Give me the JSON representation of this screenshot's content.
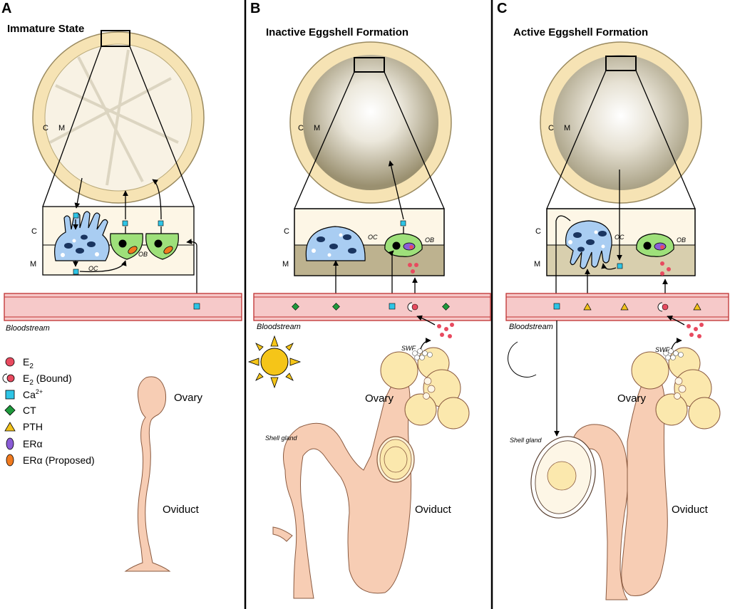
{
  "panels": [
    {
      "letter": "A",
      "title": "Immature State"
    },
    {
      "letter": "B",
      "title": "Inactive Eggshell Formation"
    },
    {
      "letter": "C",
      "title": "Active Eggshell Formation"
    }
  ],
  "labels": {
    "cortex": "C",
    "medulla": "M",
    "osteoclast": "OC",
    "osteoblast": "OB",
    "bloodstream": "Bloodstream",
    "ovary": "Ovary",
    "oviduct": "Oviduct",
    "shell_gland": "Shell gland",
    "swf": "SWF"
  },
  "legend": [
    {
      "symbol": "E",
      "sub": "2",
      "rest": "",
      "marker": "e2"
    },
    {
      "symbol": "E",
      "sub": "2",
      "rest": " (Bound)",
      "marker": "e2-bound"
    },
    {
      "symbol": "Ca",
      "sup": "2+",
      "rest": "",
      "marker": "ca"
    },
    {
      "symbol": "CT",
      "rest": "",
      "marker": "ct"
    },
    {
      "symbol": "PTH",
      "rest": "",
      "marker": "pth"
    },
    {
      "symbol": "ERα",
      "rest": "",
      "marker": "era"
    },
    {
      "symbol": "ERα (Proposed)",
      "rest": "",
      "marker": "era-proposed"
    }
  ],
  "colors": {
    "e2": "#e84a5f",
    "calcium": "#2ec5e6",
    "ct": "#1e9a3c",
    "pth": "#f2c21b",
    "era": "#8a5cd6",
    "era_proposed": "#f07a1f",
    "osteoclast": "#a9cdf2",
    "osteoblast": "#9ee07a",
    "bone_ring": "#f6e3b4",
    "blood": "#f6c9c9",
    "oviduct": "#f7cdb4",
    "follicle": "#fbe8ad",
    "sun": "#f5c518"
  }
}
